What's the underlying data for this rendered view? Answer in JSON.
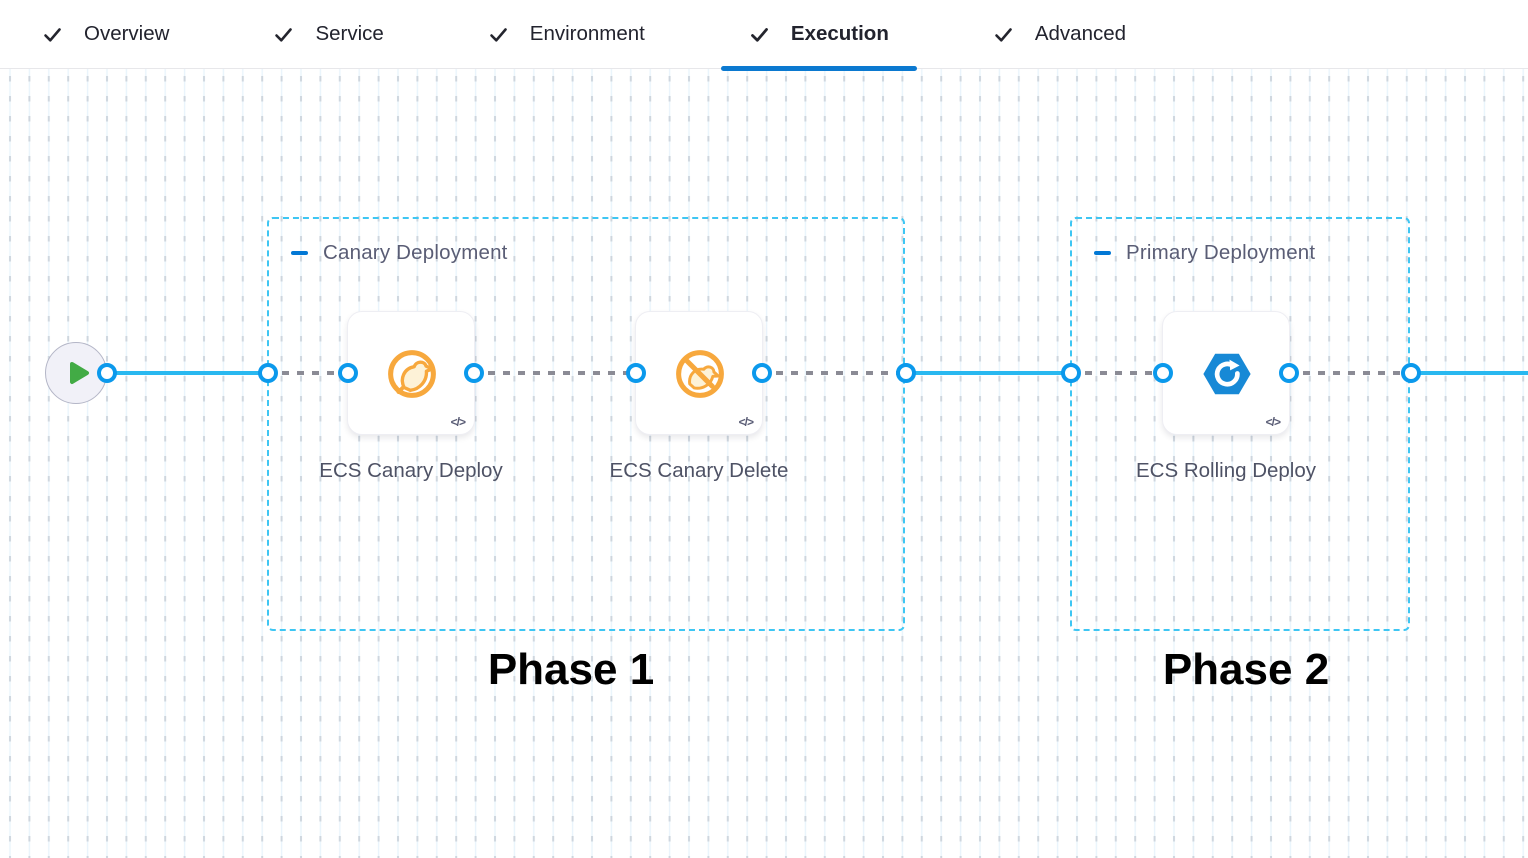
{
  "header": {
    "tabs": [
      {
        "label": "Overview",
        "completed": true,
        "active": false
      },
      {
        "label": "Service",
        "completed": true,
        "active": false
      },
      {
        "label": "Environment",
        "completed": true,
        "active": false
      },
      {
        "label": "Execution",
        "completed": true,
        "active": true
      },
      {
        "label": "Advanced",
        "completed": true,
        "active": false
      }
    ]
  },
  "pipeline": {
    "start_node_icon": "play-icon",
    "code_badge": "</>",
    "groups": [
      {
        "title": "Canary Deployment",
        "phase_label": "Phase 1",
        "steps": [
          {
            "name": "ECS Canary Deploy",
            "icon": "ecs-canary-deploy-icon"
          },
          {
            "name": "ECS Canary Delete",
            "icon": "ecs-canary-delete-icon"
          }
        ]
      },
      {
        "title": "Primary Deployment",
        "phase_label": "Phase 2",
        "steps": [
          {
            "name": "ECS Rolling Deploy",
            "icon": "ecs-rolling-deploy-icon"
          }
        ]
      }
    ]
  },
  "colors": {
    "active_tab_underline": "#0b79d0",
    "tab_text": "#22232e",
    "connector_line": "#29b8f0",
    "connector_dot_ring": "#0b99ec",
    "group_border": "#3ec6f3",
    "group_title": "#5a5d75",
    "canary_orange": "#f7a83d",
    "rolling_blue": "#1789d6",
    "play_green": "#42ab45",
    "phase_label_color": "#000000"
  }
}
